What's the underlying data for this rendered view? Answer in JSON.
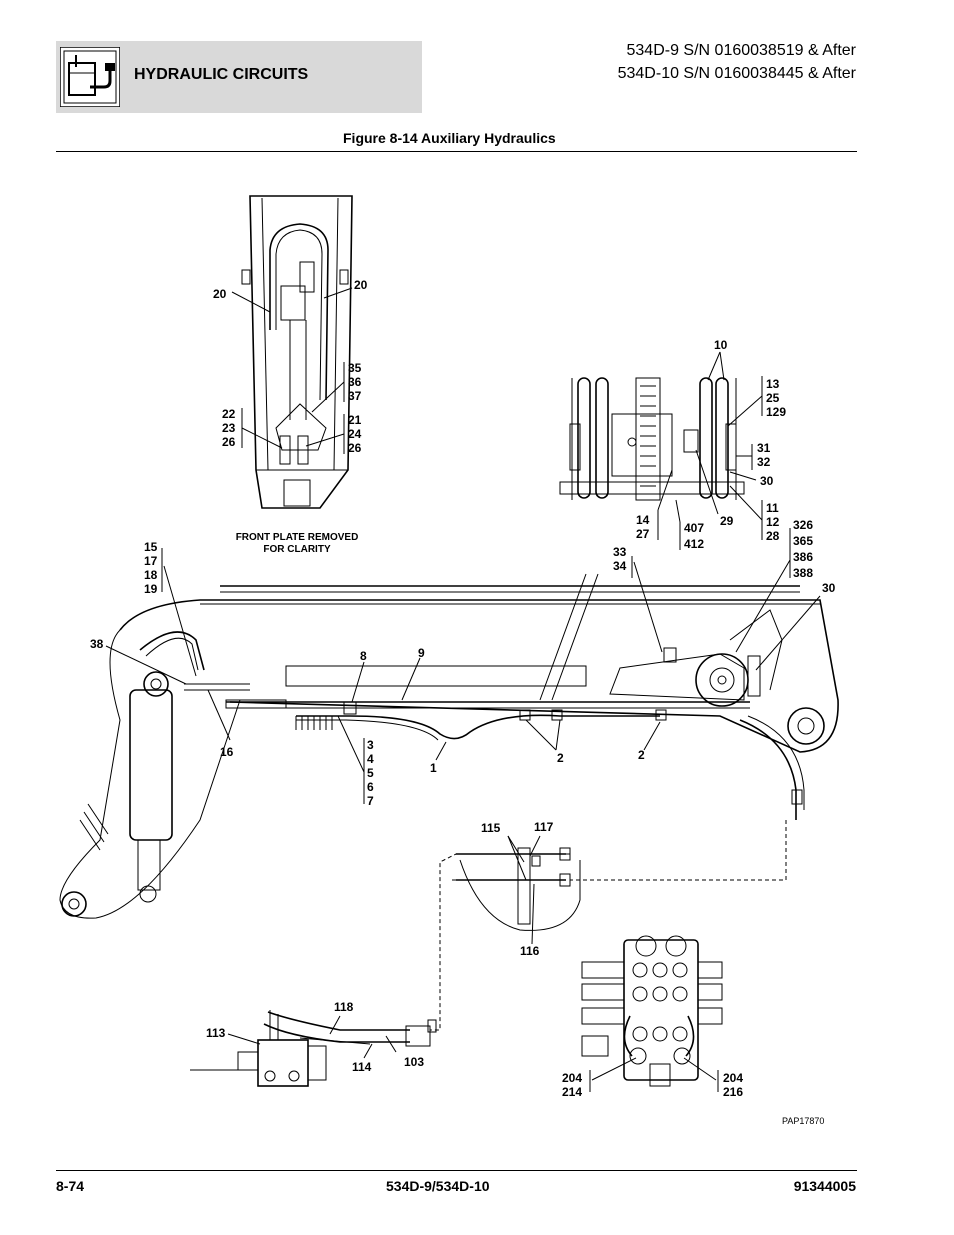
{
  "header": {
    "section_title": "HYDRAULIC CIRCUITS",
    "serial_1": "534D-9 S/N 0160038519 & After",
    "serial_2": "534D-10 S/N 0160038445 & After",
    "icon": "hydraulic-circuit-icon"
  },
  "figure": {
    "title": "Figure 8-14 Auxiliary Hydraulics",
    "note_1": "FRONT PLATE REMOVED",
    "note_2": "FOR CLARITY",
    "code": "PAP17870",
    "callouts": {
      "c20a": "20",
      "c20b": "20",
      "c35": "35",
      "c36": "36",
      "c37": "37",
      "c22": "22",
      "c23": "23",
      "c26a": "26",
      "c21": "21",
      "c24": "24",
      "c26b": "26",
      "c10": "10",
      "c13": "13",
      "c25": "25",
      "c129": "129",
      "c31": "31",
      "c32": "32",
      "c30a": "30",
      "c11": "11",
      "c12": "12",
      "c28": "28",
      "c29": "29",
      "c14": "14",
      "c27": "27",
      "c407": "407",
      "c412": "412",
      "c326": "326",
      "c365": "365",
      "c386": "386",
      "c388": "388",
      "c33": "33",
      "c34": "34",
      "c30b": "30",
      "c15": "15",
      "c17": "17",
      "c18": "18",
      "c19": "19",
      "c38": "38",
      "c8": "8",
      "c9": "9",
      "c16": "16",
      "c3": "3",
      "c4": "4",
      "c5": "5",
      "c6": "6",
      "c7": "7",
      "c1": "1",
      "c2a": "2",
      "c2b": "2",
      "c115": "115",
      "c117": "117",
      "c116": "116",
      "c118": "118",
      "c113": "113",
      "c114": "114",
      "c103": "103",
      "c204a": "204",
      "c214": "214",
      "c204b": "204",
      "c216": "216"
    }
  },
  "footer": {
    "page": "8-74",
    "model": "534D-9/534D-10",
    "doc_number": "91344005"
  }
}
